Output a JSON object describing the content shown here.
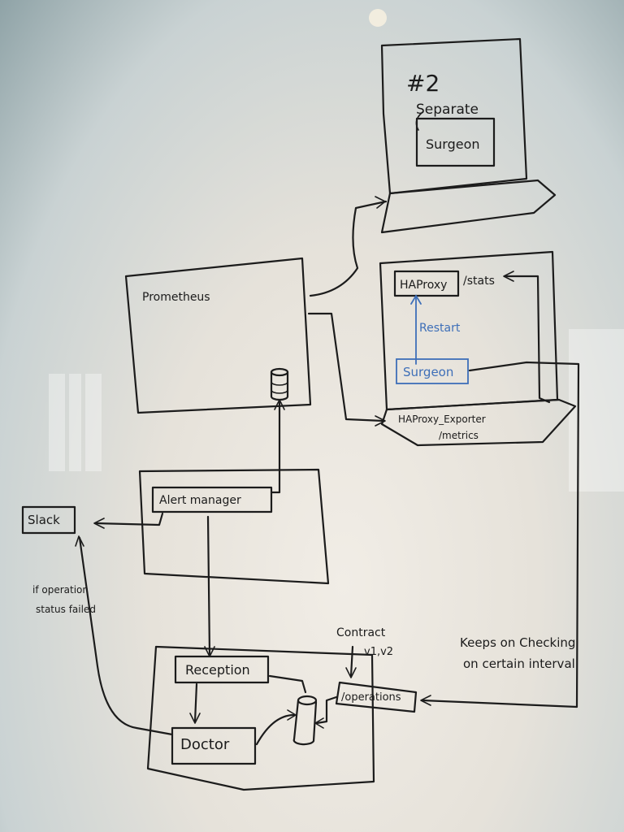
{
  "labels": {
    "number": "#2",
    "separate": "Separate",
    "surgeon_top": "Surgeon",
    "prometheus": "Prometheus",
    "haproxy": "HAProxy",
    "stats": "/stats",
    "restart": "Restart",
    "surgeon_mid": "Surgeon",
    "exporter": "HAProxy_Exporter",
    "metrics": "/metrics",
    "alertmanager": "Alert manager",
    "slack": "Slack",
    "if_operation": "if operation",
    "status_failed": "status failed",
    "contract": "Contract",
    "versions": "v1,v2",
    "keeps_checking_1": "Keeps on Checking",
    "keeps_checking_2": "on certain interval",
    "reception": "Reception",
    "doctor": "Doctor",
    "operations": "/operations"
  },
  "colors": {
    "ink": "#1c1c1c",
    "blue_marker": "#3e6fb8",
    "board": "#e6e2da"
  }
}
